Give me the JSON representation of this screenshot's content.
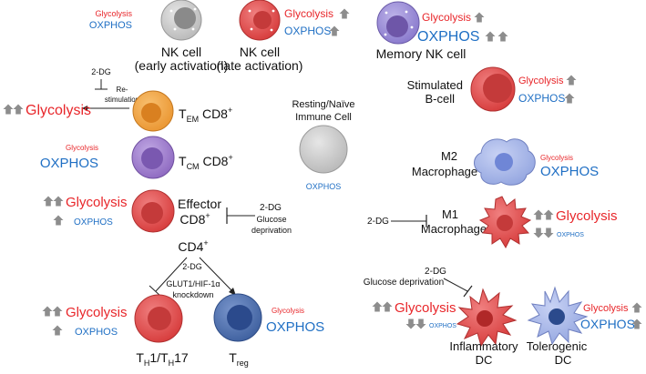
{
  "labels": {
    "glycolysis": "Glycolysis",
    "oxphos": "OXPHOS",
    "two_dg": "2-DG",
    "restimulation_1": "Re-",
    "restimulation_2": "stimulation",
    "glucose_1": "Glucose",
    "glucose_2": "deprivation",
    "glucose_deprivation": "Glucose deprivation",
    "glut_1": "GLUT1/HIF-1α",
    "glut_2": "knockdown",
    "cd4": "CD4",
    "sup_plus": "+"
  },
  "cells": {
    "nk_early": {
      "line1": "NK cell",
      "line2": "(early activation)"
    },
    "nk_late": {
      "line1": "NK cell",
      "line2": "(late activation)"
    },
    "memory_nk": {
      "line1": "Memory NK cell"
    },
    "tem": {
      "t": "T",
      "sub": "EM",
      "rest": " CD8",
      "sup": "+"
    },
    "tcm": {
      "t": "T",
      "sub": "CM",
      "rest": " CD8",
      "sup": "+"
    },
    "effector": {
      "line1": "Effector",
      "line2": "CD8",
      "sup": "+"
    },
    "resting": {
      "line1": "Resting/Naïve",
      "line2": "Immune Cell"
    },
    "stim_b": {
      "line1": "Stimulated",
      "line2": "B-cell"
    },
    "m2": {
      "line1": "M2",
      "line2": "Macrophage"
    },
    "m1": {
      "line1": "M1",
      "line2": "Macrophage"
    },
    "th": {
      "t1": "T",
      "s1": "H",
      "mid": "1/T",
      "s2": "H",
      "end": "17"
    },
    "treg": {
      "t": "T",
      "sub": "reg"
    },
    "inflammatory_dc": {
      "line1": "Inflammatory",
      "line2": "DC"
    },
    "tolerogenic_dc": {
      "line1": "Tolerogenic",
      "line2": "DC"
    }
  },
  "colors": {
    "red": "#e8262a",
    "blue": "#1f6fc4",
    "arrow_gray": "#8d8d8d",
    "red_cell": "#e05050",
    "orange_cell": "#f0a040",
    "purple_cell": "#9a76c8",
    "gray_cell": "#c8c8c8",
    "blue_cell": "#4a6fb0",
    "light_blue_cell": "#a4b4e8"
  }
}
